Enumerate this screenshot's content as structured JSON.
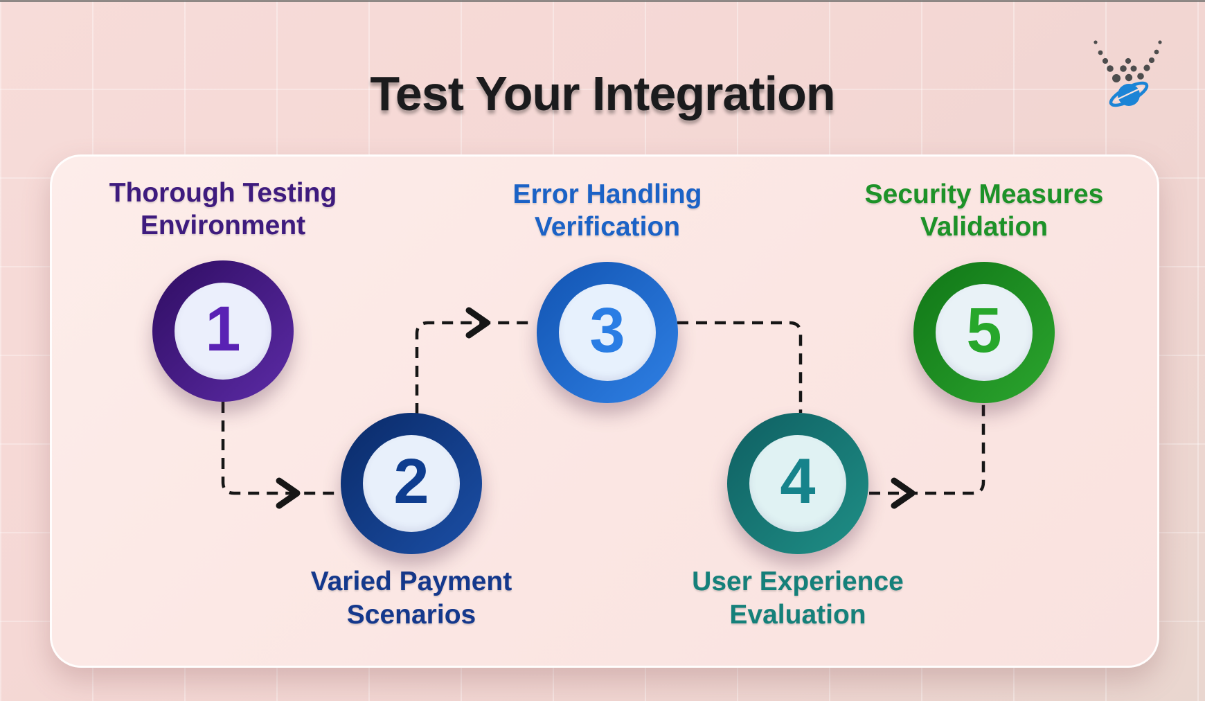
{
  "title": "Test Your Integration",
  "logo": {
    "icon": "dotted-v-planet-logo",
    "dot_color": "#4d4d4d",
    "planet_color": "#1b84d6"
  },
  "connectors": {
    "color": "#161616",
    "style": "dashed",
    "arrow": "chevron-right"
  },
  "steps": [
    {
      "number": "1",
      "label_line1": "Thorough Testing",
      "label_line2": "Environment",
      "text_color": "#3e1b7e",
      "number_color": "#5a22b4",
      "ring_from": "#2f0d62",
      "ring_to": "#5c2ba6",
      "fill": "#ebeffc"
    },
    {
      "number": "2",
      "label_line1": "Varied Payment",
      "label_line2": "Scenarios",
      "text_color": "#14388c",
      "number_color": "#0e3d8f",
      "ring_from": "#0a2a68",
      "ring_to": "#1b4fa6",
      "fill": "#e8f0fb"
    },
    {
      "number": "3",
      "label_line1": "Error Handling",
      "label_line2": "Verification",
      "text_color": "#1b62c6",
      "number_color": "#2a7de4",
      "ring_from": "#1254b2",
      "ring_to": "#2f80e4",
      "fill": "#e7f1fd"
    },
    {
      "number": "4",
      "label_line1": "User Experience",
      "label_line2": "Evaluation",
      "text_color": "#15807a",
      "number_color": "#16838b",
      "ring_from": "#0f5f62",
      "ring_to": "#1f8f86",
      "fill": "#e0f2f3"
    },
    {
      "number": "5",
      "label_line1": "Security Measures",
      "label_line2": "Validation",
      "text_color": "#1d9228",
      "number_color": "#27a72b",
      "ring_from": "#107617",
      "ring_to": "#2ca52e",
      "fill": "#e9f2f7"
    }
  ]
}
